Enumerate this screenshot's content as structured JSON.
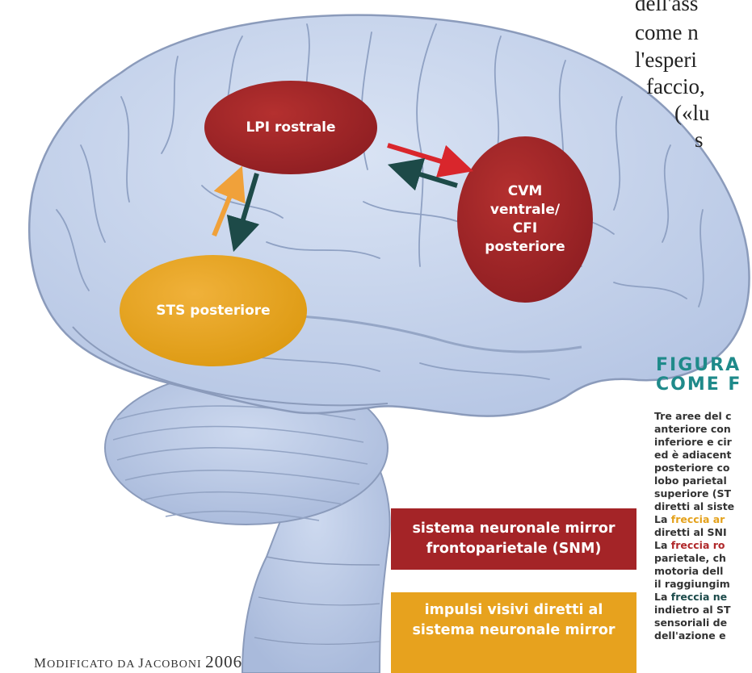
{
  "article_lines": [
    "dell'ass",
    "come n",
    "l'esperi",
    "faccio,",
    "(«lu",
    "s"
  ],
  "nodes": {
    "lpi": "LPI rostrale",
    "cvm": [
      "CVM",
      "ventrale/",
      "CFI",
      "posteriore"
    ],
    "sts": "STS posteriore"
  },
  "figure": {
    "heading_1": "FIGURA",
    "heading_2": "COME F"
  },
  "caption": {
    "l1": "Tre aree del c",
    "l2": "anteriore con",
    "l3": "inferiore e cir",
    "l4": "ed è adiacent",
    "l5": "posteriore co",
    "l6": "lobo parietal",
    "l7": "superiore (ST",
    "l8": "diretti al siste",
    "l9_pre": "La ",
    "l9_hl": "freccia ar",
    "l10": "diretti al SNI",
    "l11_pre": "La ",
    "l11_hl": "freccia ro",
    "l12": "parietale, ch",
    "l13": "motoria dell",
    "l14": "il raggiungim",
    "l15_pre": "La ",
    "l15_hl": "freccia ne",
    "l16": "indietro al ST",
    "l17": "sensoriali de",
    "l18": "dell'azione e"
  },
  "legend": {
    "red_1": "sistema neuronale mirror",
    "red_2": "frontoparietale (SNM)",
    "orange_1": "impulsi visivi diretti al",
    "orange_2": "sistema neuronale mirror"
  },
  "credit": {
    "p1": "M",
    "p2": "ODIFICATO DA ",
    "p3": "J",
    "p4": "ACOBONI ",
    "p5": "2006"
  },
  "colors": {
    "brain_fill": "#c5d3ec",
    "brain_stroke": "#8b9bbb",
    "red_region": "#a32628",
    "orange_region": "#e6a31d",
    "arrow_red": "#d9262c",
    "arrow_orange": "#f0a13a",
    "arrow_dark": "#1d4a48"
  }
}
